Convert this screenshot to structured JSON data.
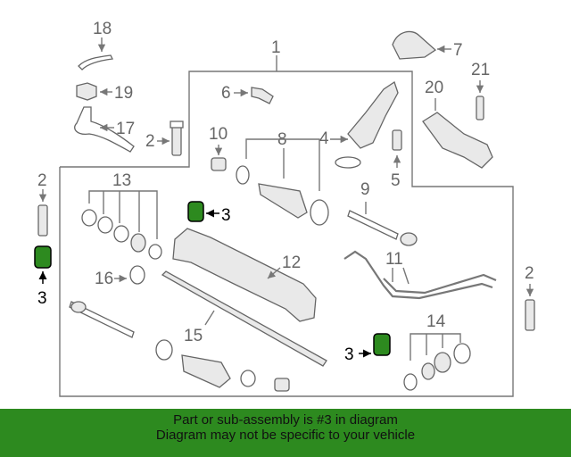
{
  "diagram": {
    "callouts": {
      "c1": "1",
      "c2a": "2",
      "c2b": "2",
      "c2c": "2",
      "c3a": "3",
      "c3b": "3",
      "c3c": "3",
      "c4": "4",
      "c5": "5",
      "c6": "6",
      "c7": "7",
      "c8": "8",
      "c9": "9",
      "c10": "10",
      "c11": "11",
      "c12": "12",
      "c13": "13",
      "c14": "14",
      "c15": "15",
      "c16": "16",
      "c17": "17",
      "c18": "18",
      "c19": "19",
      "c20": "20",
      "c21": "21"
    },
    "highlight_color": "#1f7a12"
  },
  "footer": {
    "line1": "Part or sub-assembly is #3 in diagram",
    "line2": "Diagram may not be specific to your vehicle",
    "background": "#2d8a1f"
  }
}
